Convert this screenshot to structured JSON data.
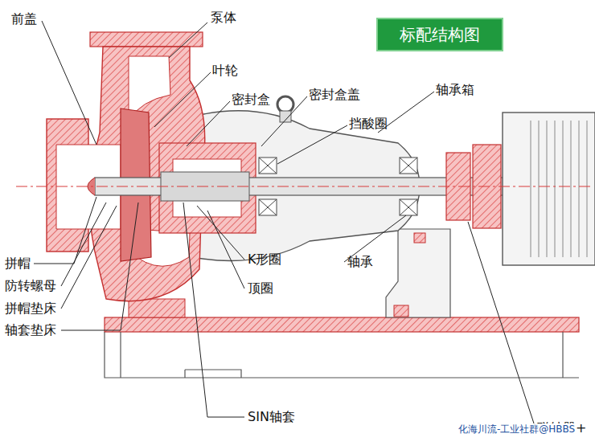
{
  "diagram": {
    "nodes": [
      {
        "text": [
          "标配结构图"
        ]
      }
    ],
    "labels": [
      "前盖",
      "泵体",
      "叶轮",
      "密封盒",
      "密封盒盖",
      "挡酸圈",
      "轴承箱",
      "拼帽",
      "防转螺母",
      "拼帽垫床",
      "轴套垫床",
      "K形圈",
      "顶圈",
      "轴承",
      "SIN轴套",
      "联轴器+",
      "化海川流-工业社群@HBBS"
    ]
  }
}
